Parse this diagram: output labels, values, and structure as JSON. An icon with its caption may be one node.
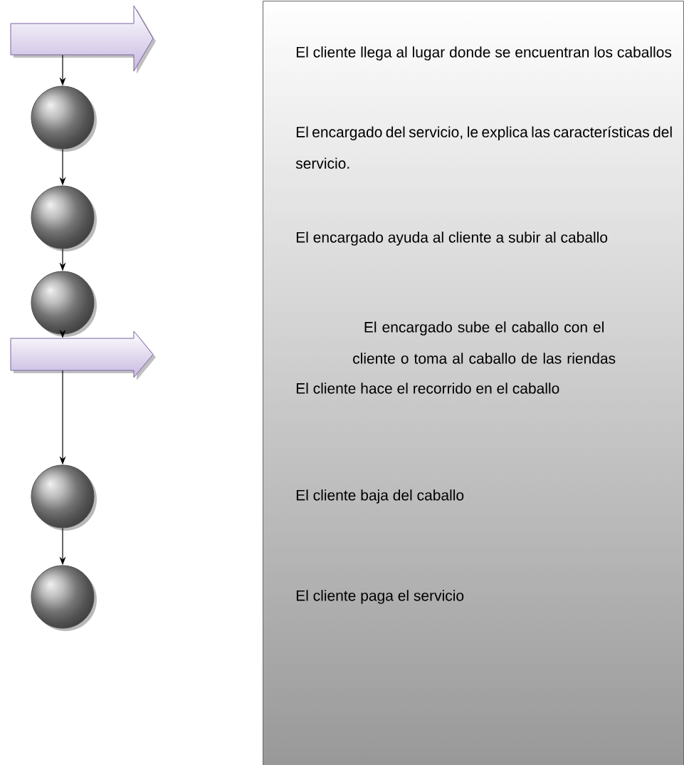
{
  "diagram": {
    "nodes": [
      {
        "text": [],
        "shape": "arrow"
      },
      {
        "text": [],
        "shape": "circle"
      },
      {
        "text": [],
        "shape": "circle"
      },
      {
        "text": [],
        "shape": "circle"
      },
      {
        "text": [],
        "shape": "arrow"
      },
      {
        "text": [],
        "shape": "circle"
      },
      {
        "text": [],
        "shape": "circle"
      },
      {
        "text": [
          "El cliente llega al lugar donde se encuentran los caballos",
          "El encargado del servicio, le explica las características del servicio.",
          "El encargado ayuda al cliente a subir al caballo",
          "El encargado sube el caballo con el cliente o toma al caballo de las riendas",
          "El cliente hace el recorrido en el caballo",
          "El cliente baja del caballo",
          "El cliente paga el servicio"
        ]
      }
    ],
    "edges": [
      {
        "from": 0,
        "to": 1,
        "arrow": "to"
      },
      {
        "from": 1,
        "to": 2,
        "arrow": "to"
      },
      {
        "from": 2,
        "to": 3,
        "arrow": "to"
      },
      {
        "from": 3,
        "to": 4,
        "arrow": "to"
      },
      {
        "from": 4,
        "to": 5,
        "arrow": "to"
      },
      {
        "from": 5,
        "to": 6,
        "arrow": "to"
      }
    ]
  }
}
